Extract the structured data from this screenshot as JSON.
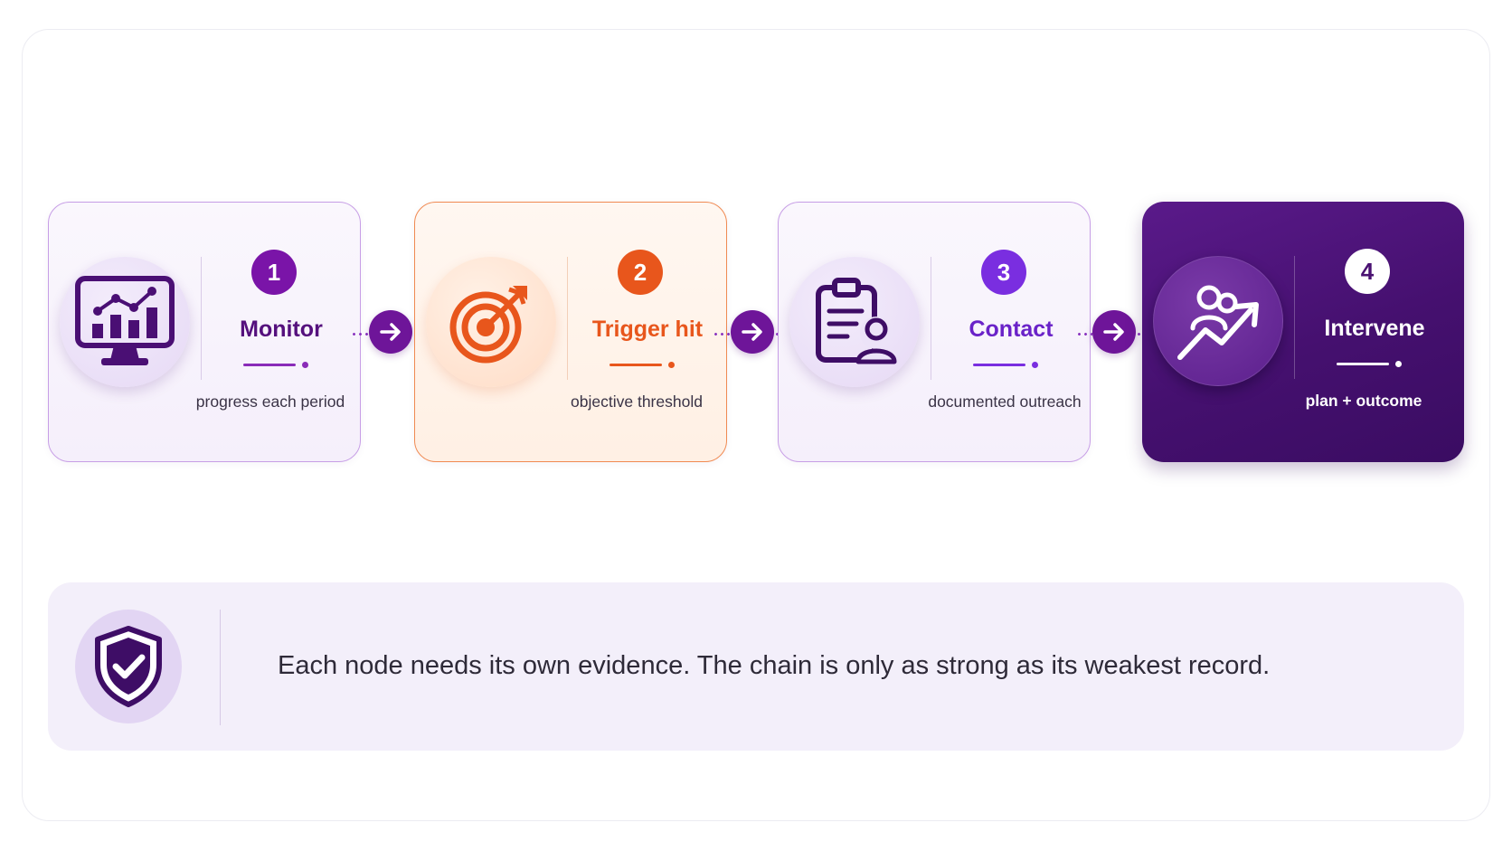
{
  "steps": [
    {
      "number": "1",
      "title": "Monitor",
      "subtitle": "progress each period",
      "icon": "monitor-chart-icon"
    },
    {
      "number": "2",
      "title": "Trigger hit",
      "subtitle": "objective threshold",
      "icon": "target-icon"
    },
    {
      "number": "3",
      "title": "Contact",
      "subtitle": "documented outreach",
      "icon": "clipboard-person-icon"
    },
    {
      "number": "4",
      "title": "Intervene",
      "subtitle": "plan + outcome",
      "icon": "people-growth-icon"
    }
  ],
  "connector_icon": "arrow-right-icon",
  "note": {
    "icon": "shield-check-icon",
    "text": "Each node needs its own evidence. The chain is only as strong as its weakest record."
  },
  "colors": {
    "primary_purple": "#6e1599",
    "orange": "#e8561c",
    "violet": "#7a2ee0",
    "dark_purple": "#45106f"
  }
}
